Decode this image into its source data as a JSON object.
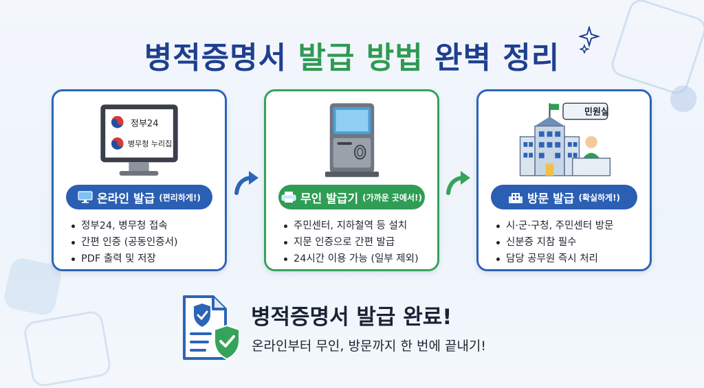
{
  "title": {
    "part1": "병적증명서",
    "part2": "발급 방법",
    "part3": "완벽 정리"
  },
  "colors": {
    "navy": "#1f3f8f",
    "green": "#2f9a52",
    "blue_border": "#2c64b8",
    "green_border": "#35a35a"
  },
  "cards": [
    {
      "screen_line1": "정부24",
      "screen_line2": "병무청 누리집",
      "method": "온라인 발급",
      "note": "(편리하게!)",
      "icon": "monitor-icon",
      "bullets": [
        "정부24, 병무청 접속",
        "간편 인증 (공동인증서)",
        "PDF 출력 및 저장"
      ]
    },
    {
      "method": "무인 발급기",
      "note": "(가까운 곳에서!)",
      "icon": "printer-icon",
      "bullets": [
        "주민센터, 지하철역 등 설치",
        "지문 인증으로 간편 발급",
        "24시간 이용 가능 (일부 제외)"
      ]
    },
    {
      "sign": "민원실",
      "method": "방문 발급",
      "note": "(확실하게!)",
      "icon": "building-icon",
      "bullets": [
        "시·군·구청, 주민센터 방문",
        "신분증 지참 필수",
        "담당 공무원 즉시 처리"
      ]
    }
  ],
  "footer": {
    "title": "병적증명서 발급 완료!",
    "subtitle": "온라인부터 무인, 방문까지 한 번에 끝내기!"
  }
}
